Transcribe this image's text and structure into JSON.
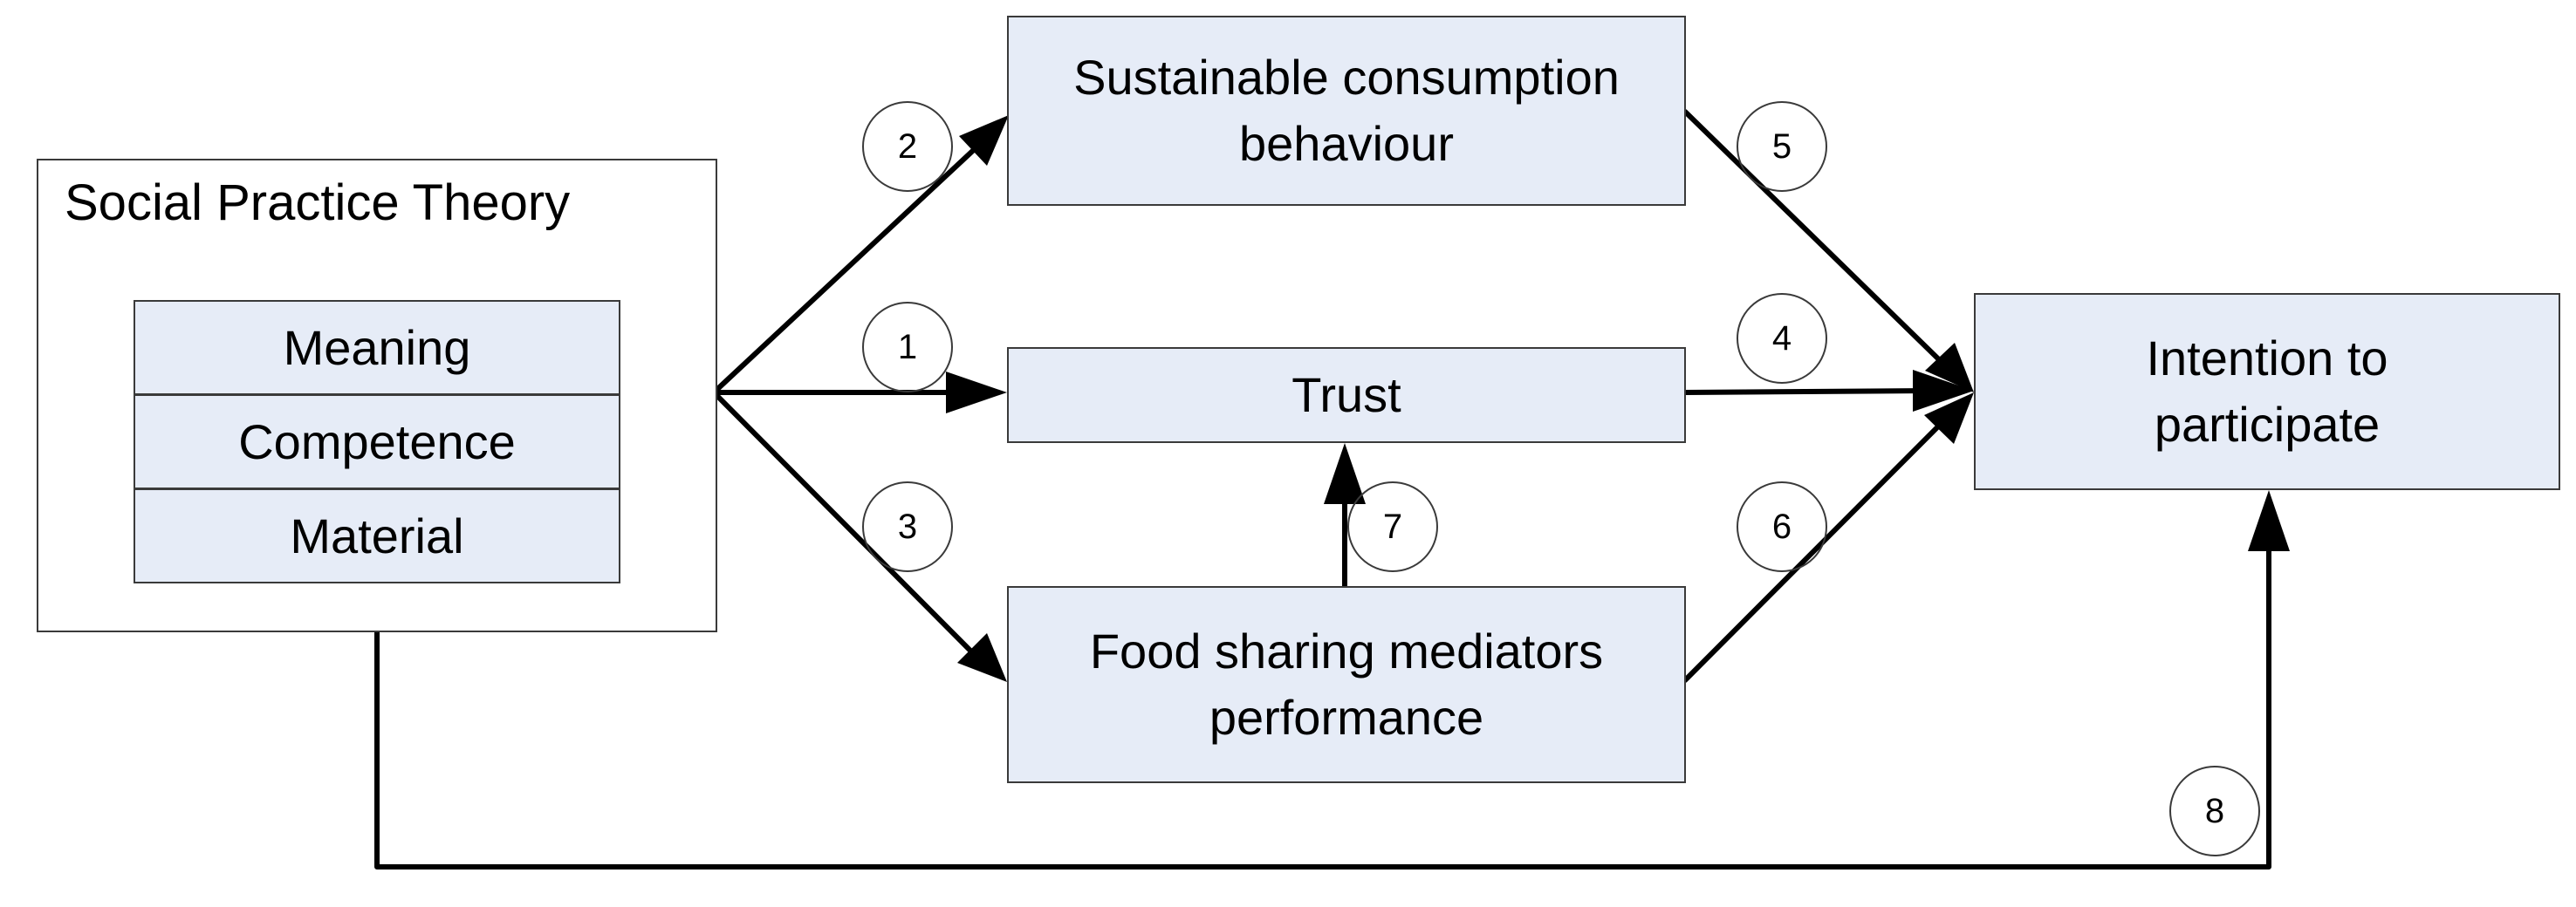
{
  "spt": {
    "title": "Social Practice Theory",
    "components": [
      "Meaning",
      "Competence",
      "Material"
    ]
  },
  "nodes": {
    "sustainable": "Sustainable consumption behaviour",
    "trust": "Trust",
    "mediators": "Food sharing mediators performance",
    "intention": "Intention to participate"
  },
  "paths": {
    "p1": "1",
    "p2": "2",
    "p3": "3",
    "p4": "4",
    "p5": "5",
    "p6": "6",
    "p7": "7",
    "p8": "8"
  },
  "colors": {
    "box_fill": "#e6ecf7",
    "stroke": "#3a3a3a",
    "arrow": "#000000"
  }
}
